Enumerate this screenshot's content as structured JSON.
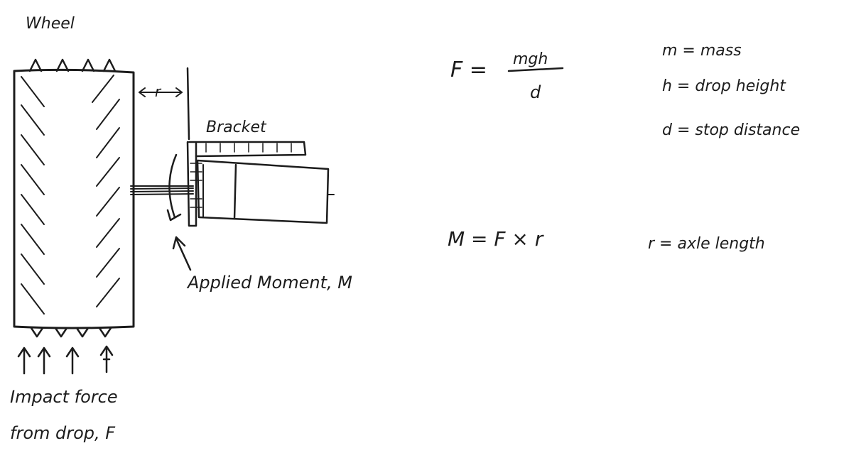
{
  "diagram": {
    "wheel_label": "Wheel",
    "bracket_label": "Bracket",
    "r_marker_label": "r",
    "moment_label": "Applied Moment, M",
    "impact_label_line1": "Impact force",
    "impact_label_line2": "from drop, F"
  },
  "equations": {
    "force": {
      "lhs": "F =",
      "numerator": "mgh",
      "denominator": "d"
    },
    "moment": {
      "text": "M = F × r"
    }
  },
  "definitions": [
    {
      "text": "m = mass"
    },
    {
      "text": "h = drop height"
    },
    {
      "text": "d = stop distance"
    }
  ],
  "moment_definition": {
    "text": "r = axle length"
  }
}
